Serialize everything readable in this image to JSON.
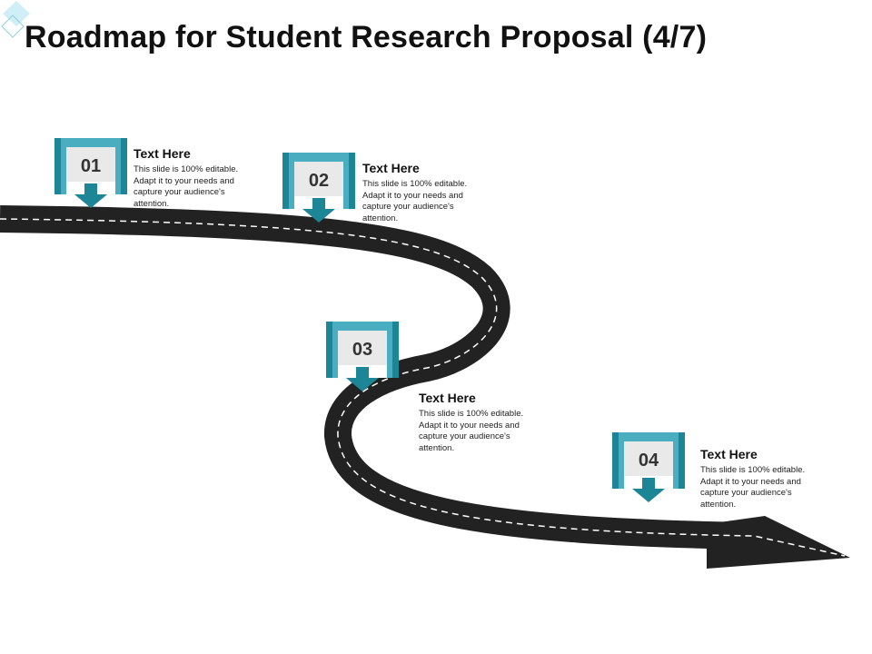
{
  "slide": {
    "title": "Roadmap for Student Research Proposal (4/7)"
  },
  "colors": {
    "accent_light": "#4aaec0",
    "accent_dark": "#1c8596",
    "road": "#222222",
    "road_dashes": "#ffffff"
  },
  "milestones": [
    {
      "number": "01",
      "heading": "Text Here",
      "body": "This slide is 100% editable. Adapt it to your needs and capture your audience's attention."
    },
    {
      "number": "02",
      "heading": "Text Here",
      "body": "This slide is 100% editable. Adapt it to your needs and capture your audience's attention."
    },
    {
      "number": "03",
      "heading": "Text Here",
      "body": "This slide is 100% editable. Adapt it to your needs and capture your audience's attention."
    },
    {
      "number": "04",
      "heading": "Text Here",
      "body": "This slide is 100% editable. Adapt it to your needs and capture your audience's attention."
    }
  ]
}
